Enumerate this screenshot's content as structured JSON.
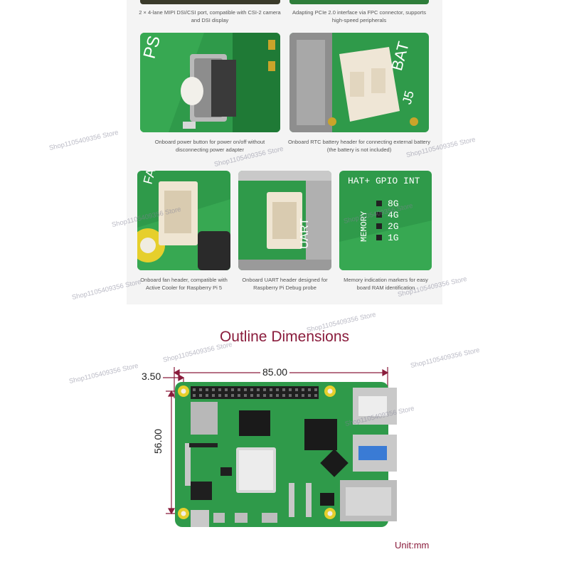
{
  "features": {
    "row1": [
      {
        "caption": "2 × 4-lane MIPI DSI/CSI port, compatible with CSI-2 camera and DSI display"
      },
      {
        "caption": "Adapting PCIe 2.0 interface via FPC connector, supports high-speed peripherals"
      }
    ],
    "row2": [
      {
        "caption": "Onboard power button for power on/off without disconnecting power adapter",
        "board_text": "PS"
      },
      {
        "caption": "Onboard RTC battery header for connecting external battery (the battery is not included)",
        "board_text": "BAT",
        "board_text2": "J5"
      }
    ],
    "row3": [
      {
        "caption": "Onboard fan header, compatible with Active Cooler for Raspberry Pi 5",
        "board_text": "FAN"
      },
      {
        "caption": "Onboard UART header designed for Raspberry Pi Debug probe",
        "board_text": "UART"
      },
      {
        "caption": "Memory indication markers for easy board RAM identification",
        "board_text": "HAT+ GPIO INT",
        "memory_label": "MEMORY",
        "memory_sizes": [
          "8G",
          "4G",
          "2G",
          "1G"
        ]
      }
    ]
  },
  "watermark": "Shop1105409356 Store",
  "dimensions": {
    "title": "Outline Dimensions",
    "width_label": "85.00",
    "offset_label": "3.50",
    "height_label": "56.00",
    "unit": "Unit:mm"
  },
  "colors": {
    "title": "#8a1c3c",
    "pcb": "#2f9a4a",
    "panel": "#f4f4f4"
  }
}
